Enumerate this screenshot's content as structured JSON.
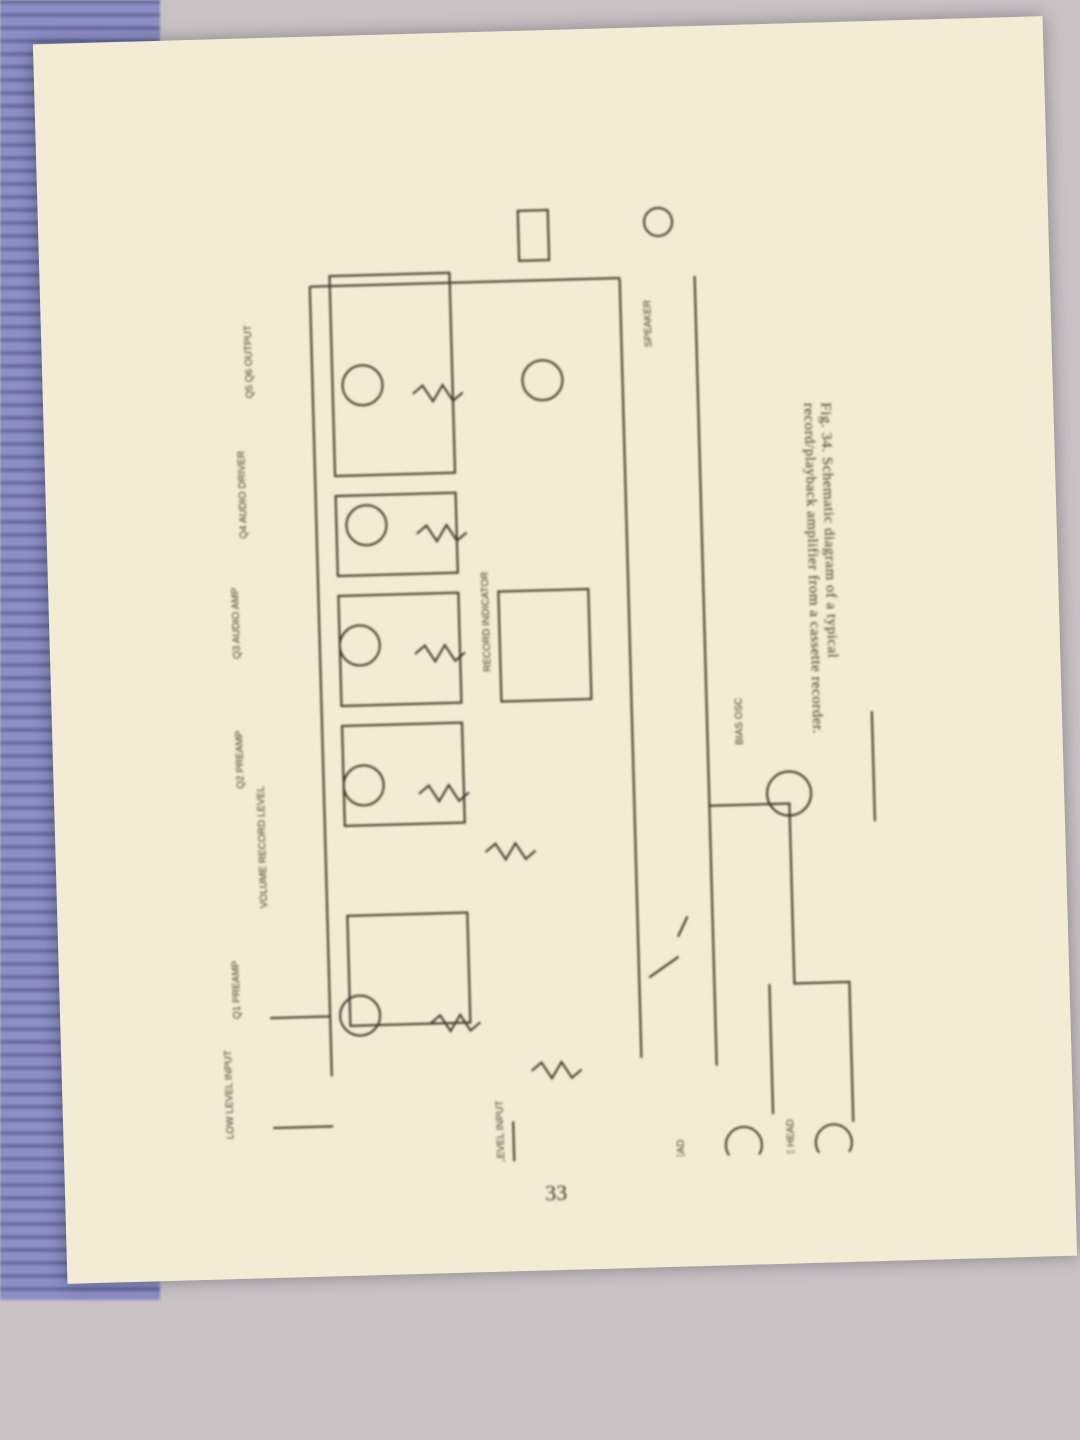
{
  "caption": "Fig. 34. Schematic diagram of a typical record/playback amplifier from a cassette recorder.",
  "page_number": "33",
  "colors": {
    "paper": "#f2ecd4",
    "ink": "#3c3628",
    "previous_page": "#8c8fc6"
  },
  "schematic_labels": {
    "low_level_input": "LOW LEVEL INPUT",
    "high_level_input": "HIGH LEVEL INPUT",
    "rp_head": "R/P HEAD",
    "erase_head": "ERASE HEAD",
    "bias_osc": "BIAS OSC",
    "q1": "Q1 PREAMP",
    "q2": "Q2 PREAMP",
    "q3": "Q3 AUDIO AMP",
    "q4": "Q4 AUDIO DRIVER",
    "q5q6": "Q5 Q6 OUTPUT",
    "record_level": "VOLUME RECORD LEVEL",
    "record_meter": "RECORD INDICATOR",
    "speaker": "SPEAKER"
  }
}
